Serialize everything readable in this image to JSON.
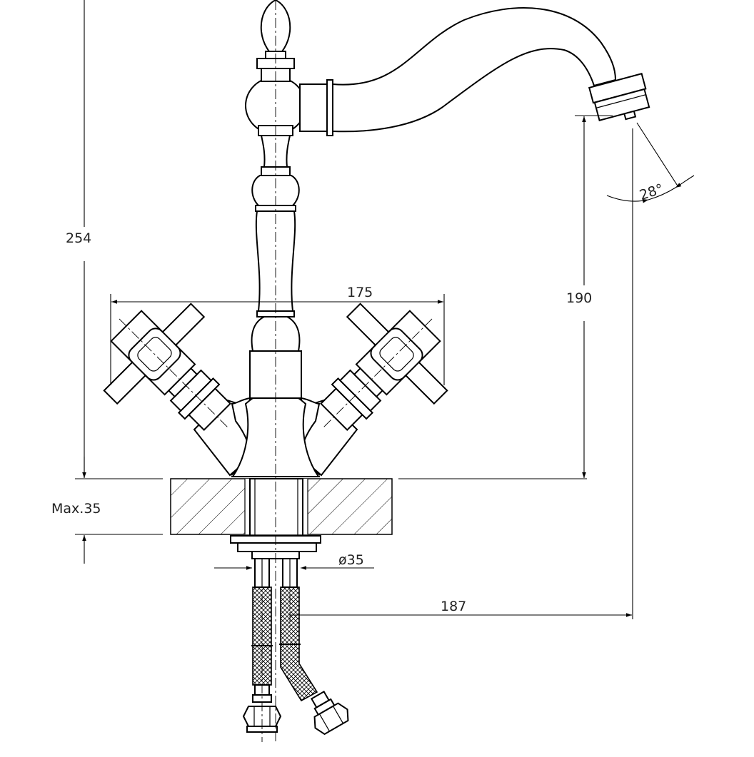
{
  "drawing": {
    "subject": "faucet-technical-drawing",
    "line_color": "#000000",
    "background": "#ffffff"
  },
  "dimensions": {
    "total_height": "254",
    "spout_height": "190",
    "handle_span": "175",
    "spout_reach": "187",
    "max_deck_thickness": "Max.35",
    "mount_hole_diameter": "ø35",
    "spout_angle": "28°"
  }
}
